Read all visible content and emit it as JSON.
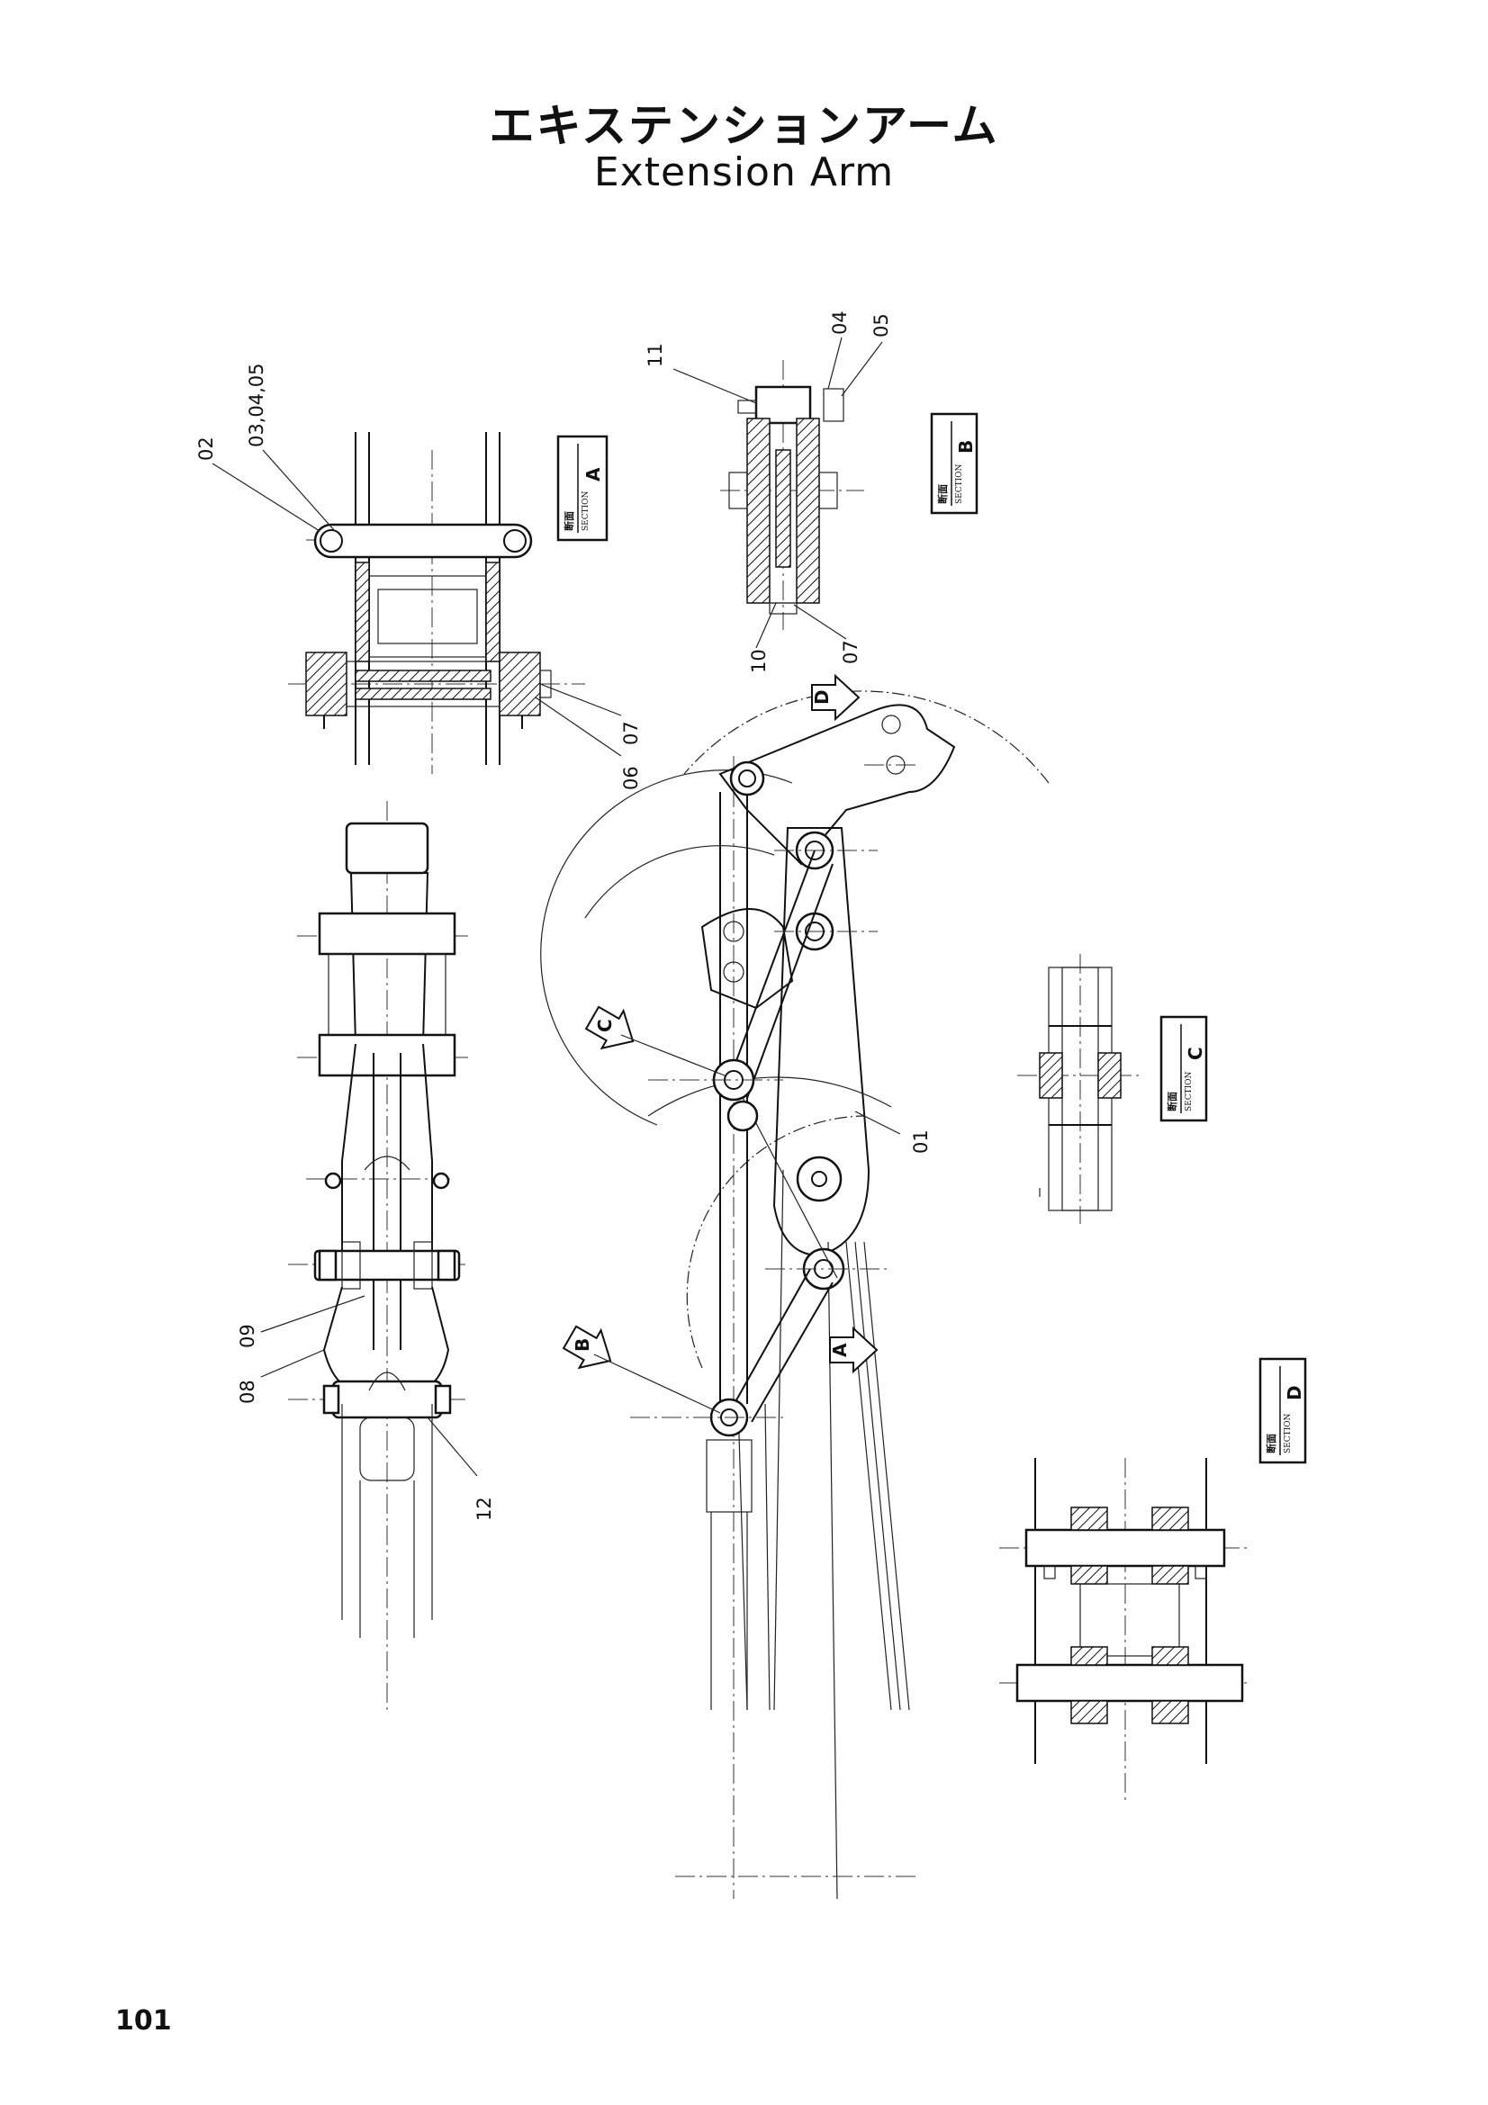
{
  "title_jp": "エキステンションアーム",
  "title_en": "Extension Arm",
  "page_number": "101",
  "part_callouts": {
    "p01": "01",
    "p02": "02",
    "p030405": "03,04,05",
    "p04": "04",
    "p05": "05",
    "p06": "06",
    "p07a": "07",
    "p07b": "07",
    "p08": "08",
    "p09": "09",
    "p10": "10",
    "p11": "11",
    "p12": "12"
  },
  "section_labels": {
    "a": {
      "kanji": "断面",
      "word": "SECTION",
      "letter": "A"
    },
    "b": {
      "kanji": "断面",
      "word": "SECTION",
      "letter": "B"
    },
    "c": {
      "kanji": "断面",
      "word": "SECTION",
      "letter": "C"
    },
    "d": {
      "kanji": "断面",
      "word": "SECTION",
      "letter": "D"
    }
  },
  "section_markers": {
    "a": "A",
    "b": "B",
    "c": "C",
    "d": "D"
  }
}
